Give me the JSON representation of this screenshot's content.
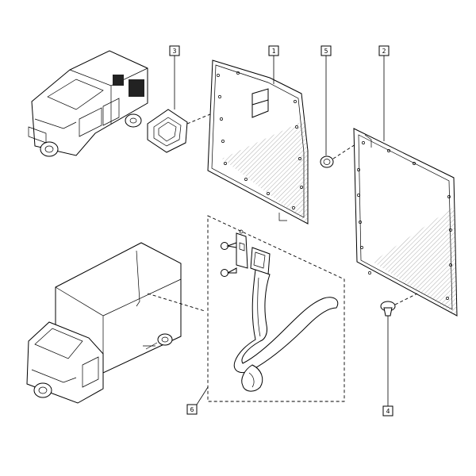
{
  "callouts": [
    {
      "id": "c1",
      "label": "1"
    },
    {
      "id": "c2",
      "label": "2"
    },
    {
      "id": "c3",
      "label": "3"
    },
    {
      "id": "c4",
      "label": "4"
    },
    {
      "id": "c5",
      "label": "5"
    },
    {
      "id": "c6",
      "label": "6"
    }
  ],
  "colors": {
    "ink": "#000000",
    "paper": "#ffffff",
    "hatch": "#555555",
    "dark": "#222222"
  }
}
